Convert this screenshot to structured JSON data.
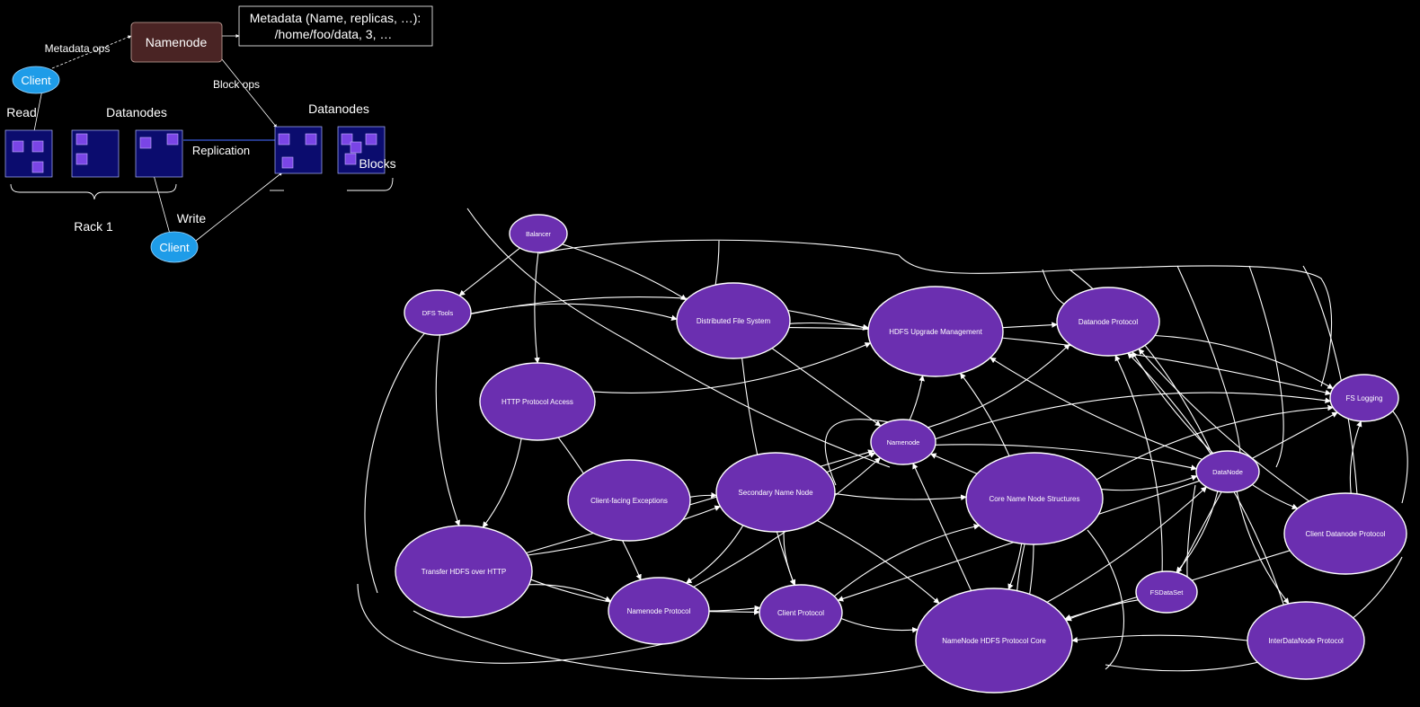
{
  "arch": {
    "namenode": "Namenode",
    "metadata_line1": "Metadata (Name, replicas, …):",
    "metadata_line2": "/home/foo/data, 3, …",
    "metadata_ops": "Metadata ops",
    "block_ops": "Block ops",
    "client": "Client",
    "read": "Read",
    "datanodes": "Datanodes",
    "replication": "Replication",
    "blocks": "Blocks",
    "write": "Write",
    "rack1": "Rack 1",
    "colors": {
      "namenode_fill": "#4a2424",
      "client_fill": "#1e9ce8",
      "datanode_fill": "#0b0c6e",
      "block_fill": "#7a45e6"
    }
  },
  "graph": {
    "node_color": "#6b2fb0",
    "edge_color": "#ffffff",
    "nodes": [
      {
        "id": "balancer",
        "label": "Balancer"
      },
      {
        "id": "dfs-tools",
        "label": "DFS Tools"
      },
      {
        "id": "distributed-file-system",
        "label": "Distributed File System"
      },
      {
        "id": "hdfs-upgrade-management",
        "label": "HDFS Upgrade Management"
      },
      {
        "id": "datanode-protocol",
        "label": "Datanode Protocol"
      },
      {
        "id": "http-protocol-access",
        "label": "HTTP Protocol Access"
      },
      {
        "id": "fs-logging",
        "label": "FS Logging"
      },
      {
        "id": "namenode",
        "label": "Namenode"
      },
      {
        "id": "datanode",
        "label": "DataNode"
      },
      {
        "id": "client-facing-exceptions",
        "label": "Client-facing Exceptions"
      },
      {
        "id": "secondary-name-node",
        "label": "Secondary Name Node"
      },
      {
        "id": "core-name-node-structures",
        "label": "Core Name Node Structures"
      },
      {
        "id": "client-datanode-protocol",
        "label": "Client Datanode Protocol"
      },
      {
        "id": "transfer-hdfs-over-http",
        "label": "Transfer HDFS over HTTP"
      },
      {
        "id": "fsdataset",
        "label": "FSDataSet"
      },
      {
        "id": "namenode-protocol",
        "label": "Namenode Protocol"
      },
      {
        "id": "client-protocol",
        "label": "Client Protocol"
      },
      {
        "id": "namenode-hdfs-protocol-core",
        "label": "NameNode HDFS Protocol Core"
      },
      {
        "id": "interdatanode-protocol",
        "label": "InterDataNode Protocol"
      }
    ],
    "edges": [
      [
        "dfs-tools",
        "distributed-file-system"
      ],
      [
        "balancer",
        "distributed-file-system"
      ],
      [
        "balancer",
        "dfs-tools"
      ],
      [
        "balancer",
        "http-protocol-access"
      ],
      [
        "dfs-tools",
        "transfer-hdfs-over-http"
      ],
      [
        "dfs-tools",
        "hdfs-upgrade-management"
      ],
      [
        "distributed-file-system",
        "hdfs-upgrade-management"
      ],
      [
        "distributed-file-system",
        "namenode"
      ],
      [
        "distributed-file-system",
        "client-protocol"
      ],
      [
        "http-protocol-access",
        "hdfs-upgrade-management"
      ],
      [
        "http-protocol-access",
        "transfer-hdfs-over-http"
      ],
      [
        "http-protocol-access",
        "namenode-protocol"
      ],
      [
        "hdfs-upgrade-management",
        "datanode-protocol"
      ],
      [
        "namenode",
        "hdfs-upgrade-management"
      ],
      [
        "namenode",
        "datanode-protocol"
      ],
      [
        "namenode",
        "fs-logging"
      ],
      [
        "namenode",
        "datanode"
      ],
      [
        "core-name-node-structures",
        "namenode"
      ],
      [
        "core-name-node-structures",
        "hdfs-upgrade-management"
      ],
      [
        "core-name-node-structures",
        "datanode"
      ],
      [
        "core-name-node-structures",
        "fs-logging"
      ],
      [
        "core-name-node-structures",
        "namenode-hdfs-protocol-core"
      ],
      [
        "secondary-name-node",
        "namenode"
      ],
      [
        "secondary-name-node",
        "core-name-node-structures"
      ],
      [
        "secondary-name-node",
        "client-protocol"
      ],
      [
        "secondary-name-node",
        "namenode-protocol"
      ],
      [
        "secondary-name-node",
        "namenode-hdfs-protocol-core"
      ],
      [
        "transfer-hdfs-over-http",
        "namenode"
      ],
      [
        "transfer-hdfs-over-http",
        "secondary-name-node"
      ],
      [
        "transfer-hdfs-over-http",
        "client-protocol"
      ],
      [
        "transfer-hdfs-over-http",
        "namenode-protocol"
      ],
      [
        "client-facing-exceptions",
        "secondary-name-node"
      ],
      [
        "namenode-protocol",
        "client-protocol"
      ],
      [
        "namenode-protocol",
        "namenode"
      ],
      [
        "client-protocol",
        "namenode-hdfs-protocol-core"
      ],
      [
        "client-protocol",
        "core-name-node-structures"
      ],
      [
        "datanode",
        "datanode-protocol"
      ],
      [
        "datanode",
        "fs-logging"
      ],
      [
        "datanode",
        "client-datanode-protocol"
      ],
      [
        "datanode",
        "interdatanode-protocol"
      ],
      [
        "datanode",
        "fsdataset"
      ],
      [
        "datanode",
        "hdfs-upgrade-management"
      ],
      [
        "datanode",
        "client-protocol"
      ],
      [
        "fsdataset",
        "namenode-hdfs-protocol-core"
      ],
      [
        "fsdataset",
        "datanode-protocol"
      ],
      [
        "client-datanode-protocol",
        "fs-logging"
      ],
      [
        "client-datanode-protocol",
        "datanode-protocol"
      ],
      [
        "client-datanode-protocol",
        "namenode-hdfs-protocol-core"
      ],
      [
        "interdatanode-protocol",
        "namenode-hdfs-protocol-core"
      ],
      [
        "interdatanode-protocol",
        "datanode-protocol"
      ],
      [
        "datanode-protocol",
        "fs-logging"
      ],
      [
        "distributed-file-system",
        "fs-logging"
      ],
      [
        "namenode-hdfs-protocol-core",
        "namenode"
      ],
      [
        "namenode-hdfs-protocol-core",
        "datanode"
      ]
    ]
  }
}
